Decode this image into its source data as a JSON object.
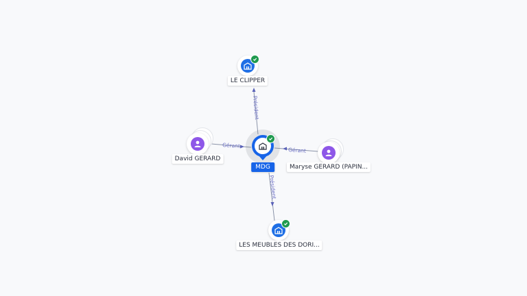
{
  "nodes": {
    "main": {
      "label": "MDG",
      "type": "company",
      "verified": true
    },
    "top": {
      "label": "LE CLIPPER",
      "type": "company",
      "verified": true
    },
    "bottom": {
      "label": "LES MEUBLES DES DORI...",
      "type": "company",
      "verified": true
    },
    "left": {
      "label": "David GERARD",
      "type": "person"
    },
    "right": {
      "label": "Maryse GERARD (PAPIN...",
      "type": "person"
    }
  },
  "edges": {
    "top": {
      "label": "Président"
    },
    "bottom": {
      "label": "Président"
    },
    "left": {
      "label": "Gérant"
    },
    "right": {
      "label": "Gérant"
    }
  },
  "colors": {
    "company": "#1f6fe5",
    "person": "#8e57e8",
    "main": "#1764e8",
    "verified": "#1e9a4e",
    "edge_label": "#6b6fc4"
  }
}
